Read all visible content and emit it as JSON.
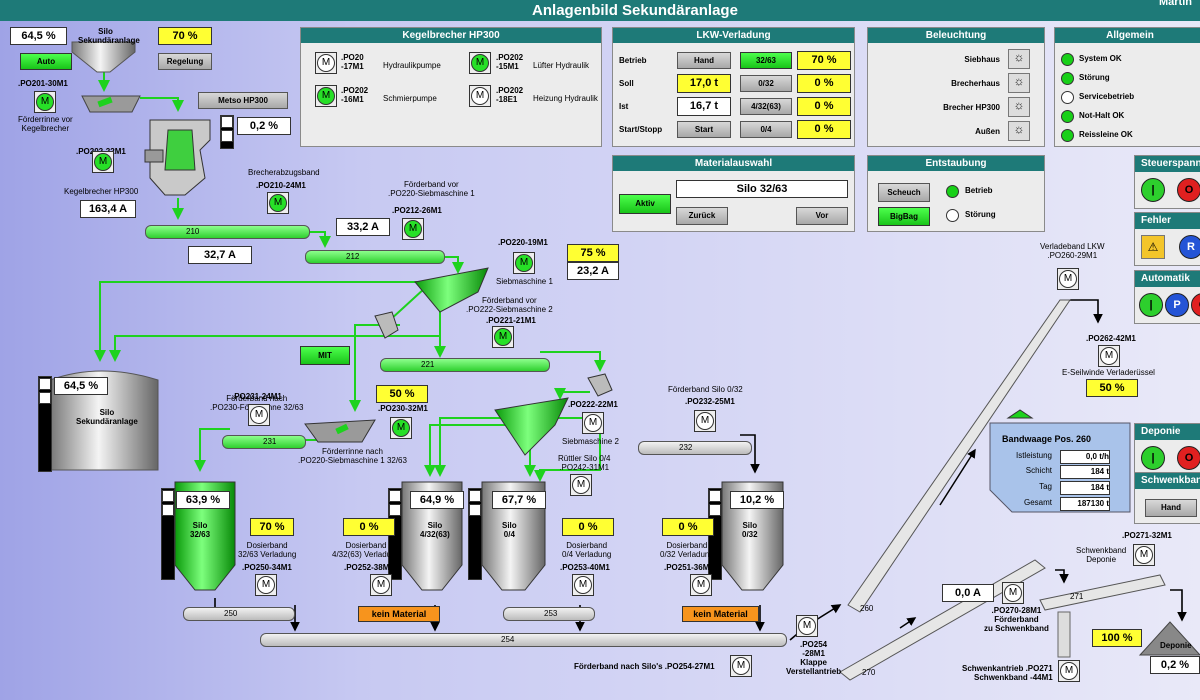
{
  "header": {
    "title": "Anlagenbild Sekundäranlage",
    "user": "Martin",
    "accent": "#1e7a78"
  },
  "kegel": {
    "title": "Kegelbrecher HP300",
    "m1_tag": ".PO20\n-17M1",
    "m1_label": "Hydraulikpumpe",
    "m2_tag": ".PO202\n-16M1",
    "m2_label": "Schmierpumpe",
    "m3_tag": ".PO202\n-15M1",
    "m3_label": "Lüfter Hydraulik",
    "m4_tag": ".PO202\n-18E1",
    "m4_label": "Heizung Hydraulik"
  },
  "lkw": {
    "title": "LKW-Verladung",
    "row_betrieb": "Betrieb",
    "btn_hand": "Hand",
    "btn_3263": "32/63",
    "val_betrieb": "70  %",
    "row_soll": "Soll",
    "soll": "17,0  t",
    "btn_032": "0/32",
    "val_soll2": "0  %",
    "row_ist": "Ist",
    "ist": "16,7  t",
    "btn_43263": "4/32(63)",
    "val_ist2": "0  %",
    "row_start": "Start/Stopp",
    "btn_start": "Start",
    "btn_04": "0/4",
    "val_start2": "0  %"
  },
  "beleuchtung": {
    "title": "Beleuchtung",
    "items": [
      "Siebhaus",
      "Brecherhaus",
      "Brecher HP300",
      "Außen"
    ]
  },
  "allgemein": {
    "title": "Allgemein",
    "items": [
      "System OK",
      "Störung",
      "Servicebetrieb",
      "Not-Halt OK",
      "Reissleine OK"
    ],
    "states": [
      1,
      1,
      0,
      1,
      1
    ]
  },
  "material": {
    "title": "Materialauswahl",
    "btn_aktiv": "Aktiv",
    "silo": "Silo 32/63",
    "btn_zurueck": "Zurück",
    "btn_vor": "Vor"
  },
  "entstaubung": {
    "title": "Entstaubung",
    "btn_scheuch": "Scheuch",
    "btn_bigbag": "BigBag",
    "betrieb": "Betrieb",
    "stoerung": "Störung"
  },
  "side": {
    "steuer": "Steuerspannung",
    "fehler": "Fehler",
    "automatik": "Automatik",
    "deponie": "Deponie",
    "schwenk": "Schwenkband",
    "hand": "Hand"
  },
  "plant": {
    "silo_top_val": "64,5  %",
    "silo_top_label": "Silo\nSekundäranlage",
    "yel_top": "70  %",
    "btn_auto": "Auto",
    "btn_regelung": "Regelung",
    "po201": ".PO201-30M1",
    "foerder_vor": "Förderrinne vor\nKegelbrecher",
    "btn_metso": "Metso HP300",
    "val_02": "0,2  %",
    "po202_22": ".PO202-22M1",
    "kegel_label": "Kegelbrecher HP300",
    "amp_kegel": "163,4  A",
    "brecherabzug": "Brecherabzugsband",
    "po210": ".PO210-24M1",
    "belt210": "210",
    "amp210": "32,7  A",
    "fb_sieb1": "Förderband vor\n.PO220-Siebmaschine 1",
    "po212": ".PO212-26M1",
    "amp212": "33,2  A",
    "belt212": "212",
    "po220_19": ".PO220-19M1",
    "yel75": "75  %",
    "amp_sieb": "23,2  A",
    "sieb1": "Siebmaschine 1",
    "fb_sieb2": "Förderband vor\n.PO222-Siebmaschine 2",
    "po221": ".PO221-21M1",
    "belt221": "221",
    "mit": "MIT",
    "silo_sek_val": "64,5  %",
    "silo_sek_label": "Silo\nSekundäranlage",
    "fb_nach": "Förderband nach\n.PO230-Förderrinne 32/63",
    "po231": ".PO231-24M1",
    "belt231": "231",
    "yel50": "50  %",
    "po230": ".PO230-32M1",
    "fr_nach": "Förderrinne nach\n.PO220-Siebmaschine 1 32/63",
    "po222_22": ".PO222-22M1",
    "sieb2": "Siebmaschine 2",
    "ruettler": "Rüttler Silo 0/4\n.PO242-31M1",
    "fb_silo032": "Förderband Silo 0/32",
    "po232": ".PO232-25M1",
    "belt232": "232",
    "s1_val": "63,9  %",
    "s1_label": "Silo\n32/63",
    "s1_yel": "70  %",
    "s1_dos": "Dosierband\n32/63 Verladung",
    "s1_po": ".PO250-34M1",
    "belt250": "250",
    "s2_val": "64,9  %",
    "s2_label": "Silo\n4/32(63)",
    "s2_yel": "0  %",
    "s2_dos": "Dosierband\n4/32(63) Verladung",
    "s2_po": ".PO252-38M1",
    "kein1": "kein Material",
    "s3_val": "67,7  %",
    "s3_label": "Silo\n0/4",
    "s3_yel": "0  %",
    "s3_dos": "Dosierband\n0/4 Verladung",
    "s3_po": ".PO253-40M1",
    "belt253": "253",
    "s4_val": "10,2  %",
    "s4_label": "Silo\n0/32",
    "s4_yel": "0  %",
    "s4_dos": "Dosierband\n0/32 Verladung",
    "s4_po": ".PO251-36M1",
    "kein2": "kein Material",
    "belt254": "254",
    "fb_silos": "Förderband nach Silo's .PO254-27M1",
    "klappe": ".PO254\n-28M1\nKlappe\nVerstellantrieb",
    "verlade": "Verladeband LKW\n.PO260-29M1",
    "po262": ".PO262-42M1",
    "eseil": "E-Seilwinde Verladerüssel",
    "yel50b": "50  %",
    "bw_title": "Bandwaage Pos. 260",
    "bw_rows": [
      "Istleistung",
      "Schicht",
      "Tag",
      "Gesamt"
    ],
    "bw_vals": [
      "0,0 t/h",
      "184 t",
      "184 t",
      "187130 t"
    ],
    "belt260": "260",
    "belt270": "270",
    "belt271": "271",
    "amp270": "0,0  A",
    "po270": ".PO270-28M1\nFörderband\nzu Schwenkband",
    "po271": ".PO271-32M1",
    "schwenk_dep": "Schwenkband\nDeponie",
    "schwenkantrieb": "Schwenkantrieb .PO271\nSchwenkband -44M1",
    "yel100": "100  %",
    "deponie_label": "Deponie",
    "deponie_val": "0,2  %"
  }
}
